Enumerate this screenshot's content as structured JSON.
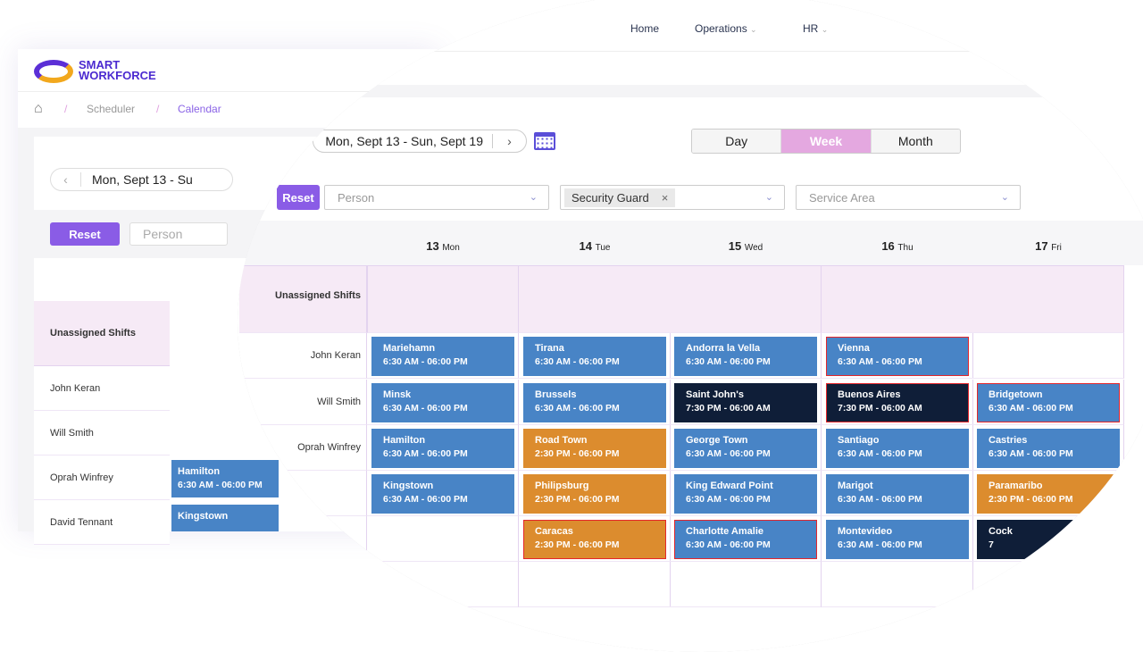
{
  "brand": {
    "name_line1": "SMART",
    "name_line2": "WORKFORCE"
  },
  "nav": {
    "items": [
      "Home",
      "Operations",
      "HR"
    ]
  },
  "breadcrumb": {
    "items": [
      "Scheduler",
      "Calendar"
    ]
  },
  "toolbar": {
    "date_range": "Mon, Sept 13 - Sun, Sept 19",
    "date_range_back": "Mon, Sept 13 - Su",
    "views": [
      "Day",
      "Week",
      "Month"
    ],
    "active_view": "Week"
  },
  "filters": {
    "reset": "Reset",
    "person_placeholder": "Person",
    "role_value": "Security Guard",
    "area_placeholder": "Service Area"
  },
  "colors": {
    "regular": "#4884c6",
    "night": "#0f1e38",
    "afternoon": "#dc8c2e",
    "conflict": "#e4262c",
    "accent": "#8a5ce6"
  },
  "days": [
    {
      "num": "13",
      "name": "Mon"
    },
    {
      "num": "14",
      "name": "Tue"
    },
    {
      "num": "15",
      "name": "Wed"
    },
    {
      "num": "16",
      "name": "Thu"
    },
    {
      "num": "17",
      "name": "Fri"
    }
  ],
  "unassigned_label": "Unassigned Shifts",
  "employees": [
    "John Keran",
    "Will Smith",
    "Oprah Winfrey",
    "David Tennant"
  ],
  "back_shifts": [
    {
      "title": "Hamilton",
      "time": "6:30 AM - 06:00 PM"
    },
    {
      "title": "Kingstown",
      "time": ""
    }
  ],
  "rows": [
    [
      {
        "title": "Mariehamn",
        "time": "6:30 AM - 06:00 PM",
        "type": "blue"
      },
      {
        "title": "Tirana",
        "time": "6:30 AM - 06:00 PM",
        "type": "blue"
      },
      {
        "title": "Andorra la Vella",
        "time": "6:30 AM - 06:00 PM",
        "type": "blue"
      },
      {
        "title": "Vienna",
        "time": "6:30 AM - 06:00 PM",
        "type": "blue",
        "conflict": true
      },
      null
    ],
    [
      {
        "title": "Minsk",
        "time": "6:30 AM - 06:00 PM",
        "type": "blue"
      },
      {
        "title": "Brussels",
        "time": "6:30 AM - 06:00 PM",
        "type": "blue"
      },
      {
        "title": "Saint John's",
        "time": "7:30 PM - 06:00 AM",
        "type": "dark"
      },
      {
        "title": "Buenos Aires",
        "time": "7:30 PM - 06:00 AM",
        "type": "dark",
        "conflict": true
      },
      {
        "title": "Bridgetown",
        "time": "6:30 AM - 06:00 PM",
        "type": "blue",
        "conflict": true
      }
    ],
    [
      {
        "title": "Hamilton",
        "time": "6:30 AM - 06:00 PM",
        "type": "blue"
      },
      {
        "title": "Road Town",
        "time": "2:30 PM - 06:00 PM",
        "type": "orange"
      },
      {
        "title": "George Town",
        "time": "6:30 AM - 06:00 PM",
        "type": "blue"
      },
      {
        "title": "Santiago",
        "time": "6:30 AM - 06:00 PM",
        "type": "blue"
      },
      {
        "title": "Castries",
        "time": "6:30 AM - 06:00 PM",
        "type": "blue"
      }
    ],
    [
      {
        "title": "Kingstown",
        "time": "6:30 AM - 06:00 PM",
        "type": "blue"
      },
      {
        "title": "Philipsburg",
        "time": "2:30 PM - 06:00 PM",
        "type": "orange"
      },
      {
        "title": "King Edward Point",
        "time": "6:30 AM - 06:00 PM",
        "type": "blue"
      },
      {
        "title": "Marigot",
        "time": "6:30 AM - 06:00 PM",
        "type": "blue"
      },
      {
        "title": "Paramaribo",
        "time": "2:30 PM - 06:00 PM",
        "type": "orange"
      }
    ],
    [
      null,
      {
        "title": "Caracas",
        "time": "2:30 PM - 06:00 PM",
        "type": "orange",
        "conflict": true
      },
      {
        "title": "Charlotte Amalie",
        "time": "6:30 AM - 06:00 PM",
        "type": "blue",
        "conflict": true
      },
      {
        "title": "Montevideo",
        "time": "6:30 AM - 06:00 PM",
        "type": "blue"
      },
      {
        "title": "Cock",
        "time": "7",
        "type": "dark"
      }
    ]
  ]
}
